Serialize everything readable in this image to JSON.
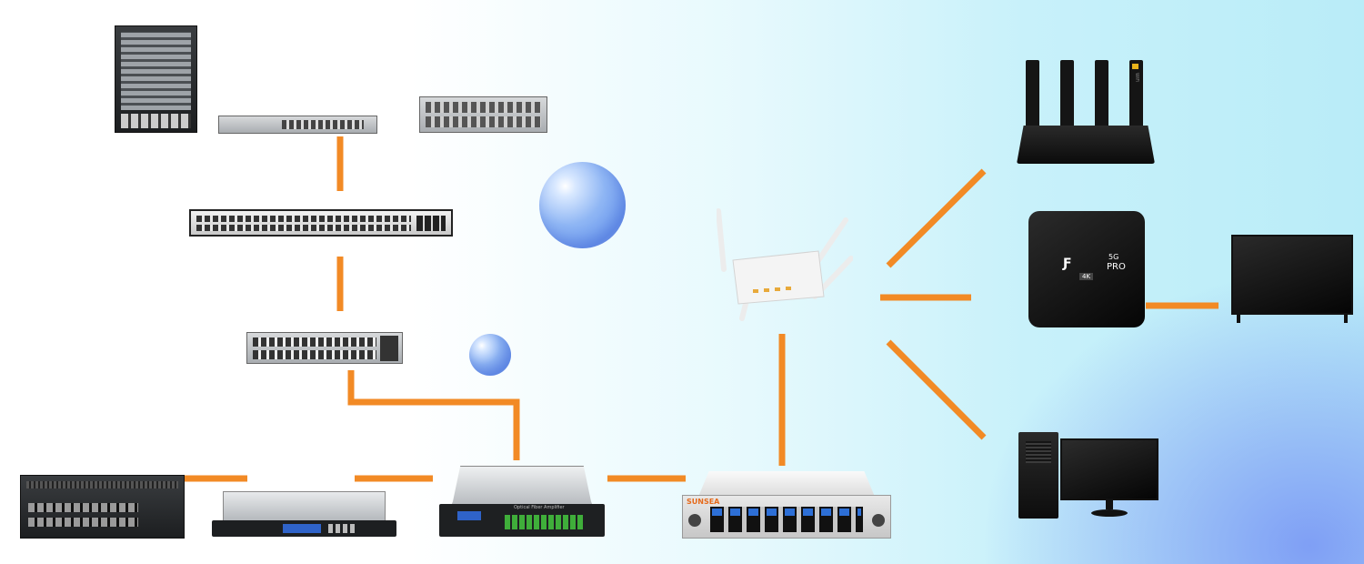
{
  "diagram": {
    "colors": {
      "link": "#f28a25",
      "background_start": "#ffffff",
      "background_end": "#b9ecf8",
      "corner_glow": "#7f9ff5"
    },
    "devices": {
      "chassis_router": {
        "icon": "chassis-router-icon"
      },
      "small_switch": {
        "icon": "switch-icon"
      },
      "olt_chassis": {
        "icon": "olt-chassis-icon"
      },
      "core_switch_48": {
        "icon": "switch-48-port-icon"
      },
      "aggregation_switch": {
        "icon": "aggregation-switch-icon"
      },
      "encoder_rack": {
        "icon": "encoder-rack-icon"
      },
      "optical_transmitter": {
        "icon": "optical-transmitter-icon"
      },
      "fiber_amplifier": {
        "icon": "optical-fiber-amplifier-icon",
        "label": "Optical Fiber Amplifier"
      },
      "plc_splitter": {
        "icon": "plc-splitter-icon",
        "brand": "SUNSEA"
      },
      "onu_router": {
        "icon": "onu-router-icon"
      },
      "wifi_router": {
        "icon": "wifi-router-icon",
        "badge": "WiFi"
      },
      "tv_box": {
        "icon": "tv-box-icon",
        "line1": "5G",
        "line2": "PRO",
        "line3": "4K"
      },
      "television": {
        "icon": "television-icon"
      },
      "desktop_pc": {
        "icon": "desktop-pc-icon"
      }
    }
  }
}
